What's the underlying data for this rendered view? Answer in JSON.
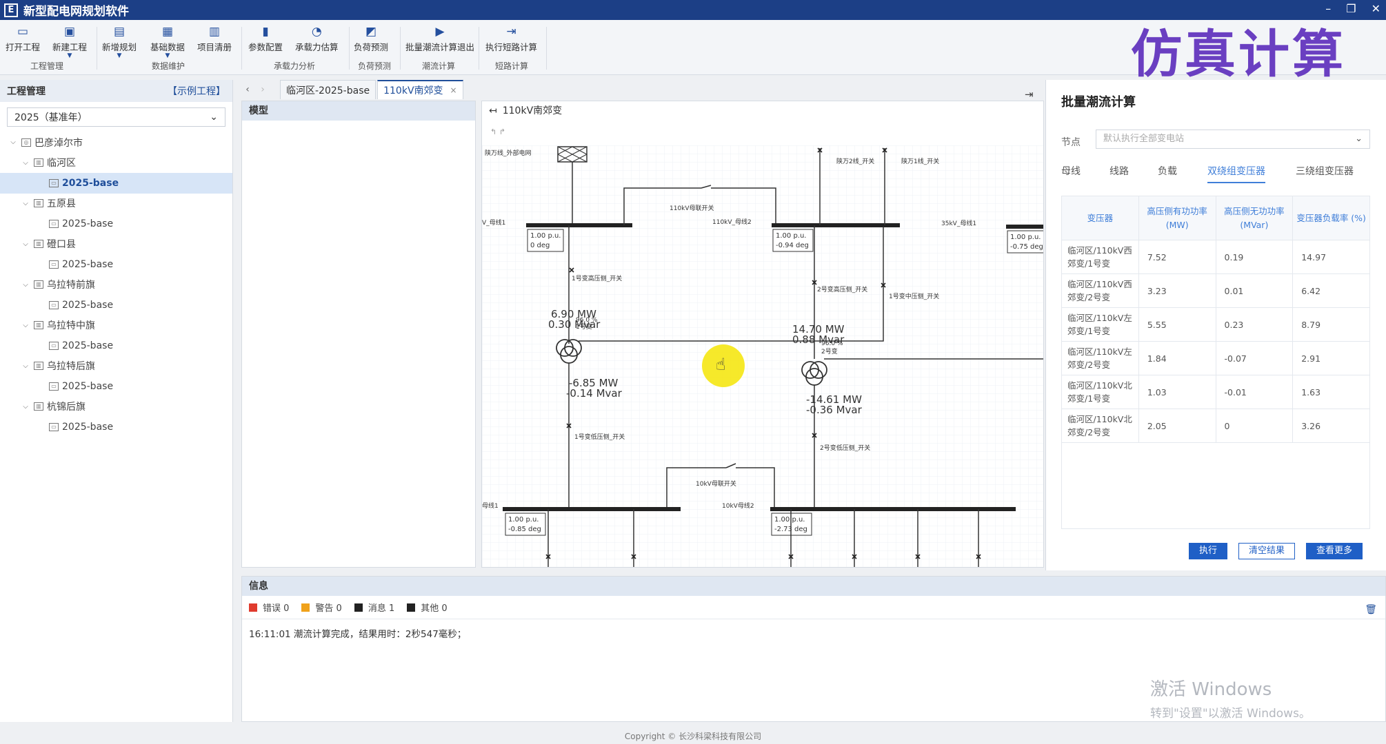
{
  "app": {
    "title": "新型配电网规划软件",
    "simulation_banner": "仿真计算",
    "window_controls": {
      "minimize": "–",
      "restore": "❐",
      "close": "✕"
    }
  },
  "ribbon": {
    "groups": [
      {
        "label": "工程管理",
        "buttons": [
          "打开工程",
          "新建工程"
        ]
      },
      {
        "label": "数据维护",
        "buttons": [
          "新增规划",
          "基础数据",
          "项目清册"
        ]
      },
      {
        "label": "承载力分析",
        "buttons": [
          "参数配置",
          "承载力估算"
        ]
      },
      {
        "label": "负荷预测",
        "buttons": [
          "负荷预测"
        ]
      },
      {
        "label": "潮流计算",
        "buttons": [
          "批量潮流计算退出"
        ]
      },
      {
        "label": "短路计算",
        "buttons": [
          "执行短路计算"
        ]
      }
    ]
  },
  "left_panel": {
    "title": "工程管理",
    "example_link": "【示例工程】",
    "year_select": "2025（基准年）",
    "tree": [
      {
        "label": "巴彦淖尔市",
        "level": 0
      },
      {
        "label": "临河区",
        "level": 1
      },
      {
        "label": "2025-base",
        "level": 2,
        "selected": true
      },
      {
        "label": "五原县",
        "level": 1
      },
      {
        "label": "2025-base",
        "level": 2
      },
      {
        "label": "磴口县",
        "level": 1
      },
      {
        "label": "2025-base",
        "level": 2
      },
      {
        "label": "乌拉特前旗",
        "level": 1
      },
      {
        "label": "2025-base",
        "level": 2
      },
      {
        "label": "乌拉特中旗",
        "level": 1
      },
      {
        "label": "2025-base",
        "level": 2
      },
      {
        "label": "乌拉特后旗",
        "level": 1
      },
      {
        "label": "2025-base",
        "level": 2
      },
      {
        "label": "杭锦后旗",
        "level": 1
      },
      {
        "label": "2025-base",
        "level": 2
      }
    ]
  },
  "tabs": [
    {
      "label": "临河区-2025-base",
      "active": false
    },
    {
      "label": "110kV南郊变",
      "active": true,
      "close": "×"
    }
  ],
  "model_panel": {
    "title": "模型"
  },
  "diagram": {
    "title": "110kV南郊变",
    "label_line_top": "陕万线_外部电网",
    "bus_left_label": "V_母线1",
    "bus_mid_label": "110kV_母线2",
    "bus_right_label": "35kV_母线1",
    "switch_110kv": "110kV母联开关",
    "switch_right1": "陕万2线_开关",
    "switch_right2": "陕万1线_开关",
    "t1_hv_switch": "1号变高压侧_开关",
    "t2_hv_switch": "2号变高压侧_开关",
    "t1_mv_switch": "1号变中压侧_开关",
    "t1_lv_switch": "1号变低压侧_开关",
    "t2_lv_switch": "2号变低压侧_开关",
    "switch_10kv": "10kV母联开关",
    "bus_10kv_2": "10kV母线2",
    "bus_10kv_1": "母线1",
    "t1_label": "1号变",
    "t2_label": "2号变",
    "t1_pct": "96.0 %",
    "t2_pct": "96.0 %",
    "v_bus_left": [
      "1.00 p.u.",
      "0 deg"
    ],
    "v_bus_mid": [
      "1.00 p.u.",
      "-0.94 deg"
    ],
    "v_bus_right": [
      "1.00 p.u.",
      "-0.75 deg"
    ],
    "v_bus_10kv_left": [
      "1.00 p.u.",
      "-0.85 deg"
    ],
    "v_bus_10kv_right": [
      "1.00 p.u.",
      "-2.73 deg"
    ],
    "t1_hv_flow": [
      "6.90  MW",
      "0.30  Mvar"
    ],
    "t1_lv_flow": [
      "-6.85  MW",
      "-0.14  Mvar"
    ],
    "t2_hv_flow": [
      "14.70  MW",
      "0.88  Mvar"
    ],
    "t2_lv_flow": [
      "-14.61  MW",
      "-0.36  Mvar"
    ]
  },
  "right_panel": {
    "title": "批量潮流计算",
    "node_label": "节点",
    "node_placeholder": "默认执行全部变电站",
    "tabs": [
      "母线",
      "线路",
      "负载",
      "双绕组变压器",
      "三绕组变压器"
    ],
    "active_tab_index": 3,
    "table": {
      "headers": [
        "变压器",
        "高压侧有功功率 (MW)",
        "高压侧无功功率 (MVar)",
        "变压器负载率 (%)"
      ],
      "rows": [
        [
          "临河区/110kV西郊变/1号变",
          "7.52",
          "0.19",
          "14.97"
        ],
        [
          "临河区/110kV西郊变/2号变",
          "3.23",
          "0.01",
          "6.42"
        ],
        [
          "临河区/110kV左郊变/1号变",
          "5.55",
          "0.23",
          "8.79"
        ],
        [
          "临河区/110kV左郊变/2号变",
          "1.84",
          "-0.07",
          "2.91"
        ],
        [
          "临河区/110kV北郊变/1号变",
          "1.03",
          "-0.01",
          "1.63"
        ],
        [
          "临河区/110kV北郊变/2号变",
          "2.05",
          "0",
          "3.26"
        ]
      ]
    },
    "buttons": {
      "execute": "执行",
      "clear": "清空结果",
      "more": "查看更多"
    }
  },
  "info_panel": {
    "title": "信息",
    "counts": [
      {
        "label": "错误 0",
        "color": "#e03b2e"
      },
      {
        "label": "警告 0",
        "color": "#f0a21b"
      },
      {
        "label": "消息 1",
        "color": "#222222"
      },
      {
        "label": "其他 0",
        "color": "#222222"
      }
    ],
    "log": "16:11:01  潮流计算完成，结果用时：2秒547毫秒；"
  },
  "watermark": {
    "line1": "激活 Windows",
    "line2": "转到\"设置\"以激活 Windows。"
  },
  "footer": "Copyright © 长沙科梁科技有限公司",
  "colors": {
    "titlebar": "#1c3f86",
    "accent": "#1f5fc6",
    "banner": "#6a3fc1"
  }
}
